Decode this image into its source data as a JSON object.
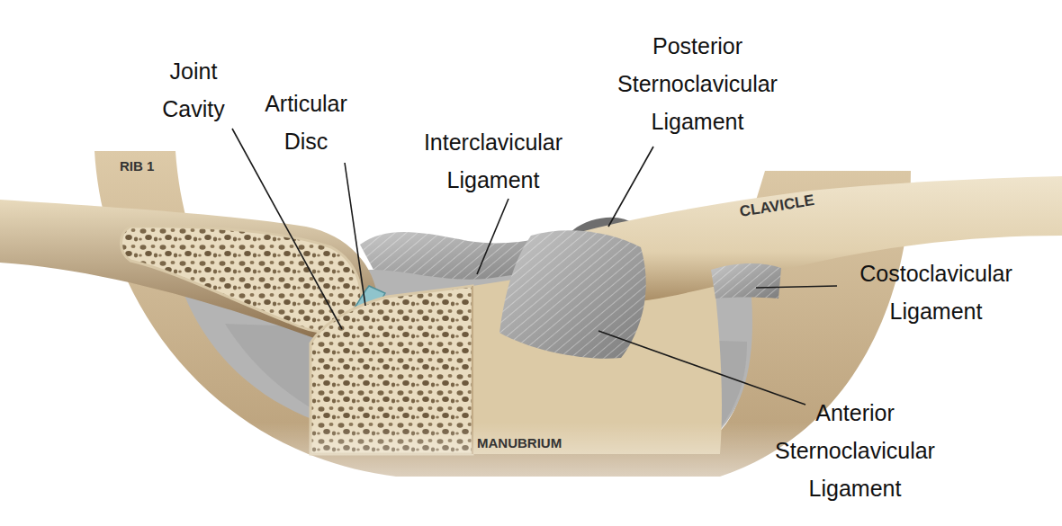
{
  "diagram": {
    "labels": [
      "Joint Cavity",
      "Articular Disc",
      "Interclavicular Ligament",
      "Posterior Sternoclavicular Ligament",
      "Costoclavicular Ligament",
      "Anterior Sternoclavicular Ligament",
      "RIB 1",
      "CLAVICLE",
      "MANUBRIUM"
    ]
  }
}
